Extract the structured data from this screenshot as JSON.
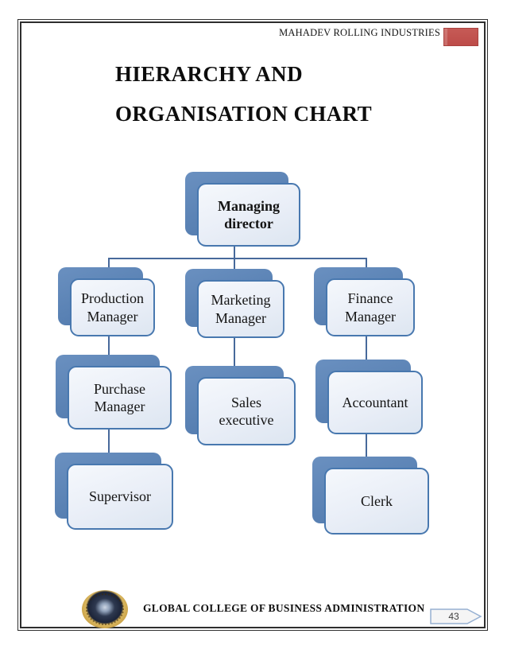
{
  "header": {
    "company_name": "MAHADEV ROLLING INDUSTRIES",
    "accent_color": "#c0504d"
  },
  "title": {
    "line1": "HIERARCHY AND",
    "line2": "ORGANISATION CHART"
  },
  "chart_data": {
    "type": "org-hierarchy",
    "title": "HIERARCHY AND ORGANISATION CHART",
    "layout": "top-down tree, 3 columns under root",
    "nodes": [
      {
        "id": "managing-director",
        "label": "Managing director",
        "level": 1,
        "parent": null,
        "emphasis": "bold"
      },
      {
        "id": "production-manager",
        "label": "Production Manager",
        "level": 2,
        "parent": "managing-director"
      },
      {
        "id": "marketing-manager",
        "label": "Marketing Manager",
        "level": 2,
        "parent": "managing-director"
      },
      {
        "id": "finance-manager",
        "label": "Finance Manager",
        "level": 2,
        "parent": "managing-director"
      },
      {
        "id": "purchase-manager",
        "label": "Purchase Manager",
        "level": 3,
        "parent": "production-manager"
      },
      {
        "id": "sales-executive",
        "label": "Sales executive",
        "level": 3,
        "parent": "marketing-manager"
      },
      {
        "id": "accountant",
        "label": "Accountant",
        "level": 3,
        "parent": "finance-manager"
      },
      {
        "id": "supervisor",
        "label": "Supervisor",
        "level": 4,
        "parent": "purchase-manager"
      },
      {
        "id": "clerk",
        "label": "Clerk",
        "level": 4,
        "parent": "accountant"
      }
    ],
    "style": {
      "node_shadow_color": "#5a82b4",
      "node_fill": "#eaeff7",
      "node_border": "#4878af",
      "connector_color": "#47699b",
      "text_color": "#141414"
    }
  },
  "footer": {
    "college_name": "GLOBAL COLLEGE OF BUSINESS ADMINISTRATION",
    "page_number": "43"
  }
}
